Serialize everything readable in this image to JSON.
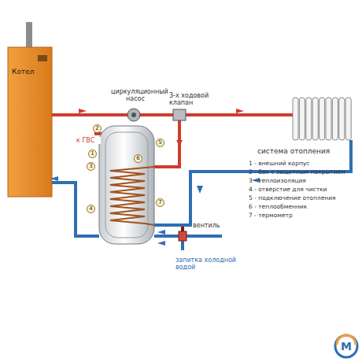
{
  "diagram": {
    "nodes": [
      {
        "text": [
          "Котел"
        ]
      }
    ],
    "labels": [
      "циркуляционный насос",
      "3-х ходовой клапан",
      "к ГВС",
      "система отопления",
      "1 - внешний корпус",
      "2 - бак с защитным покрытием",
      "3 - теплоизоляция",
      "4 - отверстие для чистки",
      "5 - подключение отопления",
      "6 - теплообменник",
      "7 - термометр",
      "вентиль",
      "запитка холодной водой",
      "1",
      "2",
      "3",
      "4",
      "5",
      "6",
      "7",
      "M"
    ]
  }
}
